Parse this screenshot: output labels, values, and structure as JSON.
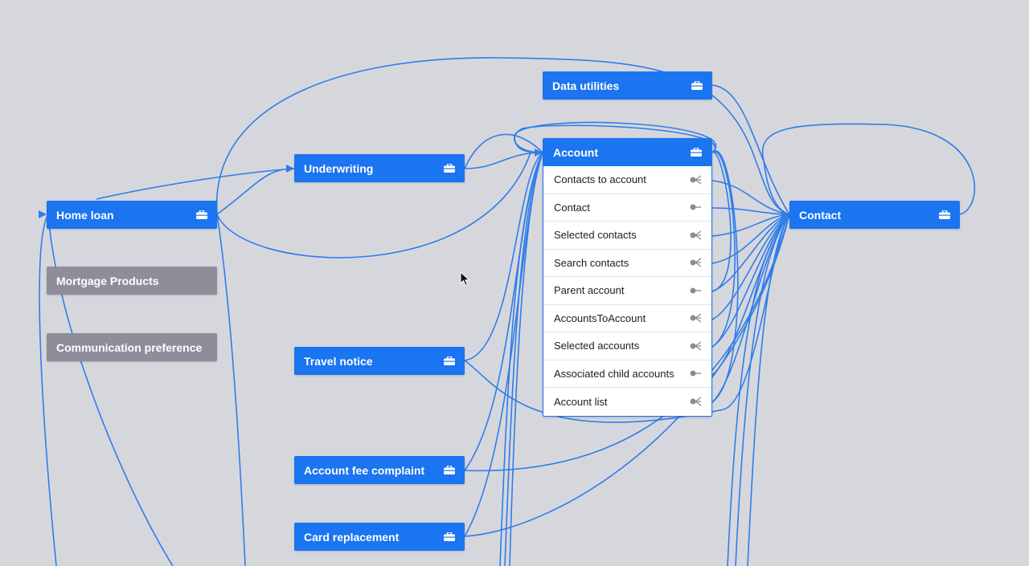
{
  "nodes": {
    "home_loan": "Home loan",
    "mortgage_products": "Mortgage Products",
    "communication_preference": "Communication preference",
    "underwriting": "Underwriting",
    "travel_notice": "Travel notice",
    "account_fee_complaint": "Account fee complaint",
    "card_replacement": "Card replacement",
    "data_utilities": "Data utilities",
    "contact": "Contact",
    "account": {
      "title": "Account",
      "relationships": [
        {
          "label": "Contacts to account",
          "cardinality": "many"
        },
        {
          "label": "Contact",
          "cardinality": "one"
        },
        {
          "label": "Selected contacts",
          "cardinality": "many"
        },
        {
          "label": "Search contacts",
          "cardinality": "many"
        },
        {
          "label": "Parent account",
          "cardinality": "one"
        },
        {
          "label": "AccountsToAccount",
          "cardinality": "many"
        },
        {
          "label": "Selected accounts",
          "cardinality": "many"
        },
        {
          "label": "Associated child accounts",
          "cardinality": "one"
        },
        {
          "label": "Account list",
          "cardinality": "many"
        }
      ]
    }
  },
  "icons": {
    "node_icon": "briefcase-icon",
    "port_one": "one-relationship-icon",
    "port_many": "many-relationship-icon"
  },
  "colors": {
    "background": "#d6d7dd",
    "node": "#1b74f0",
    "node_inactive": "#8d8e9a",
    "edge": "#2f7de9"
  }
}
